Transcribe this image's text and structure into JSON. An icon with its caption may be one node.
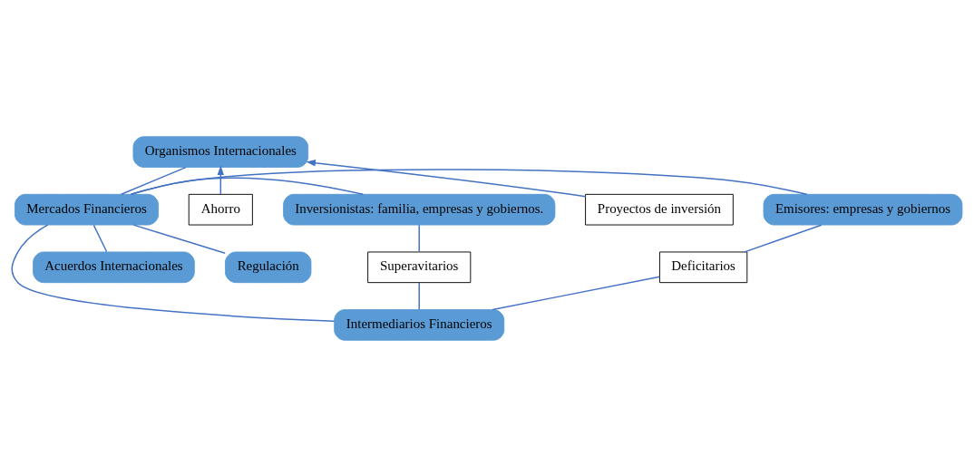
{
  "diagram": {
    "nodes": [
      {
        "text": [
          "Organismos Internacionales"
        ]
      },
      {
        "text": [
          "Ahorro"
        ]
      },
      {
        "text": [
          "Proyectos de inversión"
        ]
      },
      {
        "text": [
          "Inversionistas: familia, empresas y gobiernos."
        ]
      },
      {
        "text": [
          "Mercados Financieros"
        ]
      },
      {
        "text": [
          "Emisores: empresas y gobiernos"
        ]
      },
      {
        "text": [
          "Superavitarios"
        ]
      },
      {
        "text": [
          "Deficitarios"
        ]
      },
      {
        "text": [
          "Acuerdos Internacionales"
        ]
      },
      {
        "text": [
          "Regulación"
        ]
      },
      {
        "text": [
          "Intermediarios Financieros"
        ]
      }
    ],
    "edges": [
      {
        "from": 1,
        "to": 0,
        "arrow": "to"
      },
      {
        "from": 2,
        "to": 0,
        "arrow": "to"
      },
      {
        "from": 0,
        "to": 4,
        "arrow": "none"
      },
      {
        "from": 3,
        "to": 4,
        "arrow": "none"
      },
      {
        "from": 4,
        "to": 5,
        "arrow": "none"
      },
      {
        "from": 3,
        "to": 6,
        "arrow": "none"
      },
      {
        "from": 5,
        "to": 7,
        "arrow": "none"
      },
      {
        "from": 4,
        "to": 8,
        "arrow": "none"
      },
      {
        "from": 4,
        "to": 10,
        "arrow": "none"
      },
      {
        "from": 4,
        "to": 9,
        "arrow": "none"
      },
      {
        "from": 6,
        "to": 10,
        "arrow": "none"
      },
      {
        "from": 10,
        "to": 7,
        "arrow": "none"
      }
    ]
  }
}
